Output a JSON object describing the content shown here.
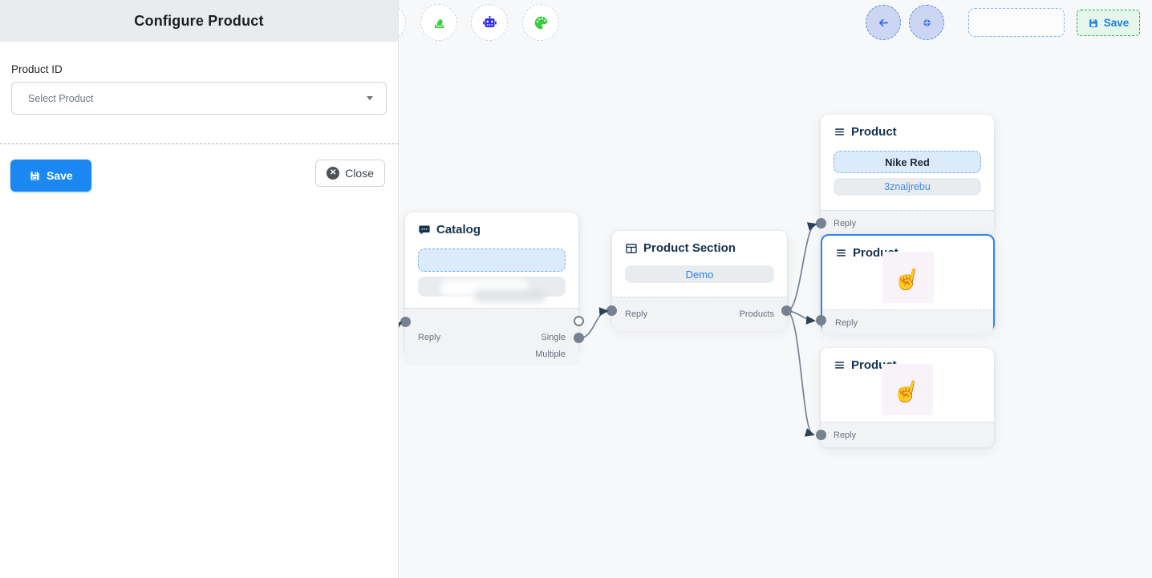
{
  "panel": {
    "title": "Configure Product",
    "product_id_label": "Product ID",
    "select_placeholder": "Select Product",
    "save_label": "Save",
    "close_label": "Close"
  },
  "toolbar": {
    "icons": [
      "stack-icon",
      "robot-icon",
      "palette-icon"
    ]
  },
  "topbar": {
    "back_icon": "arrow-left-icon",
    "fit_icon": "compress-icon",
    "save_label": "Save"
  },
  "nodes": {
    "catalog": {
      "icon": "chat-bubble-icon",
      "title": "Catalog",
      "input_label": "Reply",
      "output_single": "Single",
      "output_multiple": "Multiple"
    },
    "product_section": {
      "icon": "table-icon",
      "title": "Product Section",
      "option": "Demo",
      "input_label": "Reply",
      "output_label": "Products"
    },
    "product_top": {
      "icon": "menu-icon",
      "title": "Product",
      "option_primary": "Nike Red",
      "option_secondary": "3znaljrebu",
      "input_label": "Reply"
    },
    "product_middle": {
      "icon": "menu-icon",
      "title": "Product",
      "input_label": "Reply"
    },
    "product_bottom": {
      "icon": "menu-icon",
      "title": "Product",
      "input_label": "Reply"
    }
  },
  "colors": {
    "primary_blue": "#1a88f0",
    "selection_blue": "#2f86eb",
    "save_green_border": "#2aa84a",
    "save_green_bg": "#e5f7eb",
    "save_text_blue": "#1b7ce5",
    "edge_gray": "#76828f",
    "arrow_navy": "#2b4357",
    "robot_blue": "#2a2cf2",
    "icon_green": "#38cc3e",
    "node_title_navy": "#14324e"
  }
}
